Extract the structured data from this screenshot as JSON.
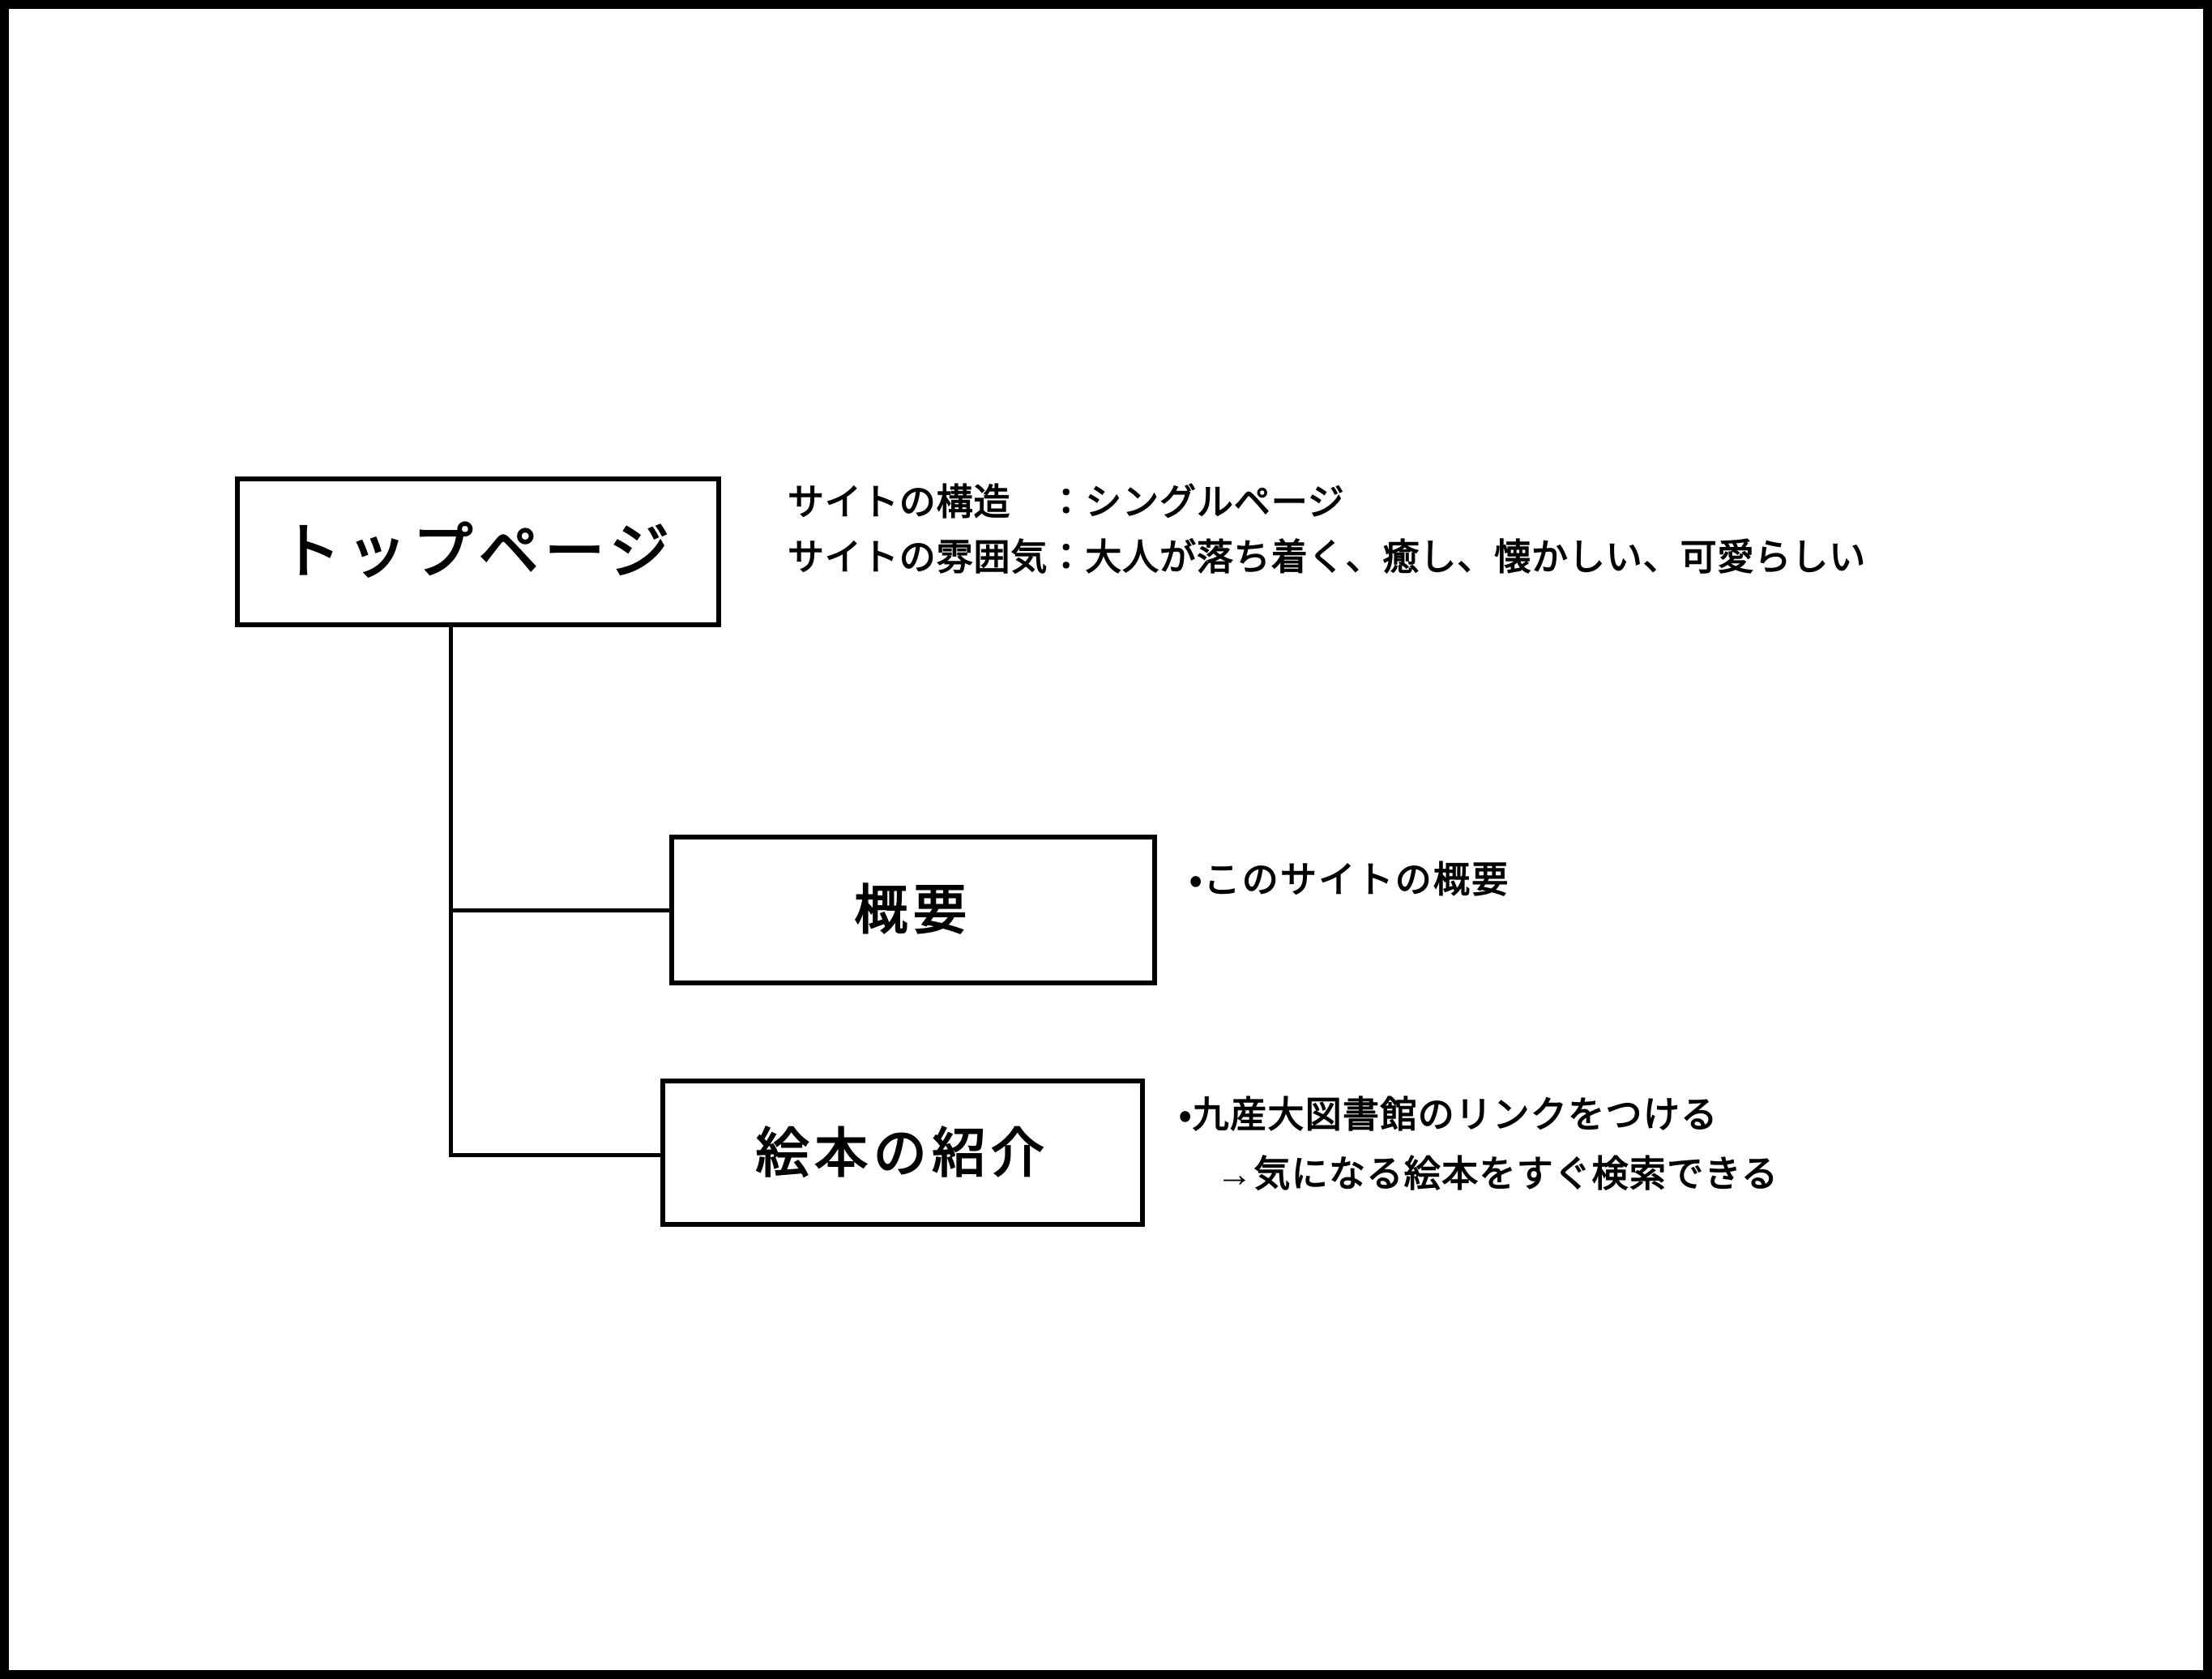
{
  "slide": {
    "background_color": "#ffffff",
    "frame_color": "#000000",
    "line_color": "#000000"
  },
  "diagram": {
    "type": "tree",
    "nodes": [
      {
        "id": "top-page",
        "label": "トップページ",
        "annotations": [
          "サイトの構造　：シングルページ",
          "サイトの雰囲気：大人が落ち着く、癒し、懐かしい、可愛らしい"
        ]
      },
      {
        "id": "overview",
        "label": "概要",
        "annotations": [
          "・このサイトの概要"
        ]
      },
      {
        "id": "picture-book-intro",
        "label": "絵本の紹介",
        "annotations": [
          "・九産大図書館のリンクをつける",
          "→気になる絵本をすぐ検索できる"
        ]
      }
    ],
    "edges": [
      {
        "from": "top-page",
        "to": "overview"
      },
      {
        "from": "top-page",
        "to": "picture-book-intro"
      }
    ]
  }
}
